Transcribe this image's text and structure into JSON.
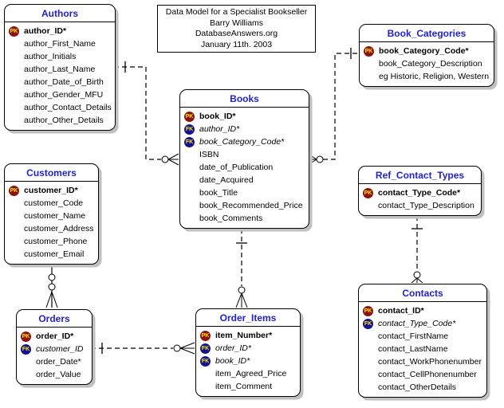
{
  "note": {
    "lines": [
      "Data Model for a Specialist Bookseller",
      "Barry Williams",
      "DatabaseAnswers.org",
      "January 11th. 2003"
    ]
  },
  "colors": {
    "entity_title": "#2222cc",
    "pk_badge": "#8e1212",
    "fk_badge": "#14148f",
    "badge_text": "#ffea00",
    "shadow": "#c0c0c0"
  },
  "entities": [
    {
      "name": "Authors",
      "fields": [
        {
          "badge": "PK",
          "label": "author_ID*",
          "style": "pk"
        },
        {
          "label": "author_First_Name"
        },
        {
          "label": "author_Initials"
        },
        {
          "label": "author_Last_Name"
        },
        {
          "label": "author_Date_of_Birth"
        },
        {
          "label": "author_Gender_MFU"
        },
        {
          "label": "author_Contact_Details"
        },
        {
          "label": "author_Other_Details"
        }
      ]
    },
    {
      "name": "Book_Categories",
      "fields": [
        {
          "badge": "PK",
          "label": "book_Category_Code*",
          "style": "pk"
        },
        {
          "label": "book_Category_Description"
        },
        {
          "label": "eg Historic, Religion, Western"
        }
      ]
    },
    {
      "name": "Books",
      "fields": [
        {
          "badge": "PK",
          "label": "book_ID*",
          "style": "pk"
        },
        {
          "badge": "FK",
          "label": "author_ID*",
          "style": "fk"
        },
        {
          "badge": "FK",
          "label": "book_Category_Code*",
          "style": "fk"
        },
        {
          "label": "ISBN"
        },
        {
          "label": "date_of_Publication"
        },
        {
          "label": "date_Acquired"
        },
        {
          "label": "book_Title"
        },
        {
          "label": "book_Recommended_Price"
        },
        {
          "label": "book_Comments"
        }
      ]
    },
    {
      "name": "Customers",
      "fields": [
        {
          "badge": "PK",
          "label": "customer_ID*",
          "style": "pk"
        },
        {
          "label": "customer_Code"
        },
        {
          "label": "customer_Name"
        },
        {
          "label": "customer_Address"
        },
        {
          "label": "customer_Phone"
        },
        {
          "label": "customer_Email"
        }
      ]
    },
    {
      "name": "Ref_Contact_Types",
      "fields": [
        {
          "badge": "PK",
          "label": "contact_Type_Code*",
          "style": "pk"
        },
        {
          "label": "contact_Type_Description"
        }
      ]
    },
    {
      "name": "Orders",
      "fields": [
        {
          "badge": "PK",
          "label": "order_ID*",
          "style": "pk"
        },
        {
          "badge": "FK",
          "label": "customer_ID",
          "style": "fk"
        },
        {
          "label": "order_Date*"
        },
        {
          "label": "order_Value"
        }
      ]
    },
    {
      "name": "Order_Items",
      "fields": [
        {
          "badge": "PK",
          "label": "item_Number*",
          "style": "pk"
        },
        {
          "badge": "FK",
          "label": "order_ID*",
          "style": "fk"
        },
        {
          "badge": "FK",
          "label": "book_ID*",
          "style": "fk"
        },
        {
          "label": "item_Agreed_Price"
        },
        {
          "label": "item_Comment"
        }
      ]
    },
    {
      "name": "Contacts",
      "fields": [
        {
          "badge": "PK",
          "label": "contact_ID*",
          "style": "pk"
        },
        {
          "badge": "FK",
          "label": "contact_Type_Code*",
          "style": "fk"
        },
        {
          "label": "contact_FirstName"
        },
        {
          "label": "contact_LastName"
        },
        {
          "label": "contact_WorkPhonenumber"
        },
        {
          "label": "contact_CellPhonenumber"
        },
        {
          "label": "contact_OtherDetails"
        }
      ]
    }
  ],
  "relationships": [
    {
      "parent": "Authors",
      "child": "Books",
      "parent_end": "one",
      "child_end": "zero-or-many",
      "line": "dashed"
    },
    {
      "parent": "Book_Categories",
      "child": "Books",
      "parent_end": "one",
      "child_end": "zero-or-many",
      "line": "dashed"
    },
    {
      "parent": "Customers",
      "child": "Orders",
      "parent_end": "zero-or-one",
      "child_end": "zero-or-many",
      "line": "solid"
    },
    {
      "parent": "Orders",
      "child": "Order_Items",
      "parent_end": "one",
      "child_end": "zero-or-many",
      "line": "dashed"
    },
    {
      "parent": "Books",
      "child": "Order_Items",
      "parent_end": "one",
      "child_end": "zero-or-many",
      "line": "dashed"
    },
    {
      "parent": "Ref_Contact_Types",
      "child": "Contacts",
      "parent_end": "one",
      "child_end": "zero-or-many",
      "line": "dashed"
    }
  ]
}
